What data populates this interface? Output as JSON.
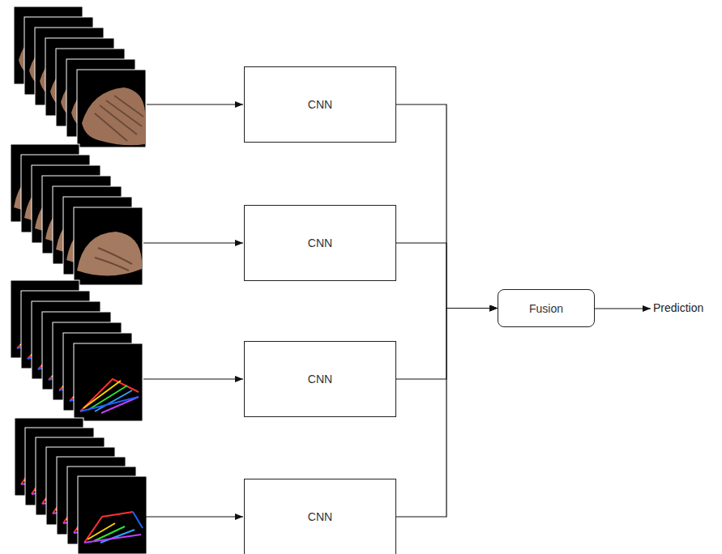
{
  "diagram": {
    "nodes": [
      {
        "text": [
          "CNN"
        ]
      },
      {
        "text": [
          "CNN"
        ]
      },
      {
        "text": [
          "CNN"
        ]
      },
      {
        "text": [
          "CNN"
        ]
      },
      {
        "text": [
          "Fusion"
        ]
      }
    ],
    "edges": [
      {
        "from": 0,
        "to": 4,
        "arrow": "to"
      },
      {
        "from": 1,
        "to": 4,
        "arrow": "to"
      },
      {
        "from": 2,
        "to": 4,
        "arrow": "to"
      },
      {
        "from": 3,
        "to": 4,
        "arrow": "to"
      }
    ],
    "labels": [
      "Prediction"
    ]
  }
}
